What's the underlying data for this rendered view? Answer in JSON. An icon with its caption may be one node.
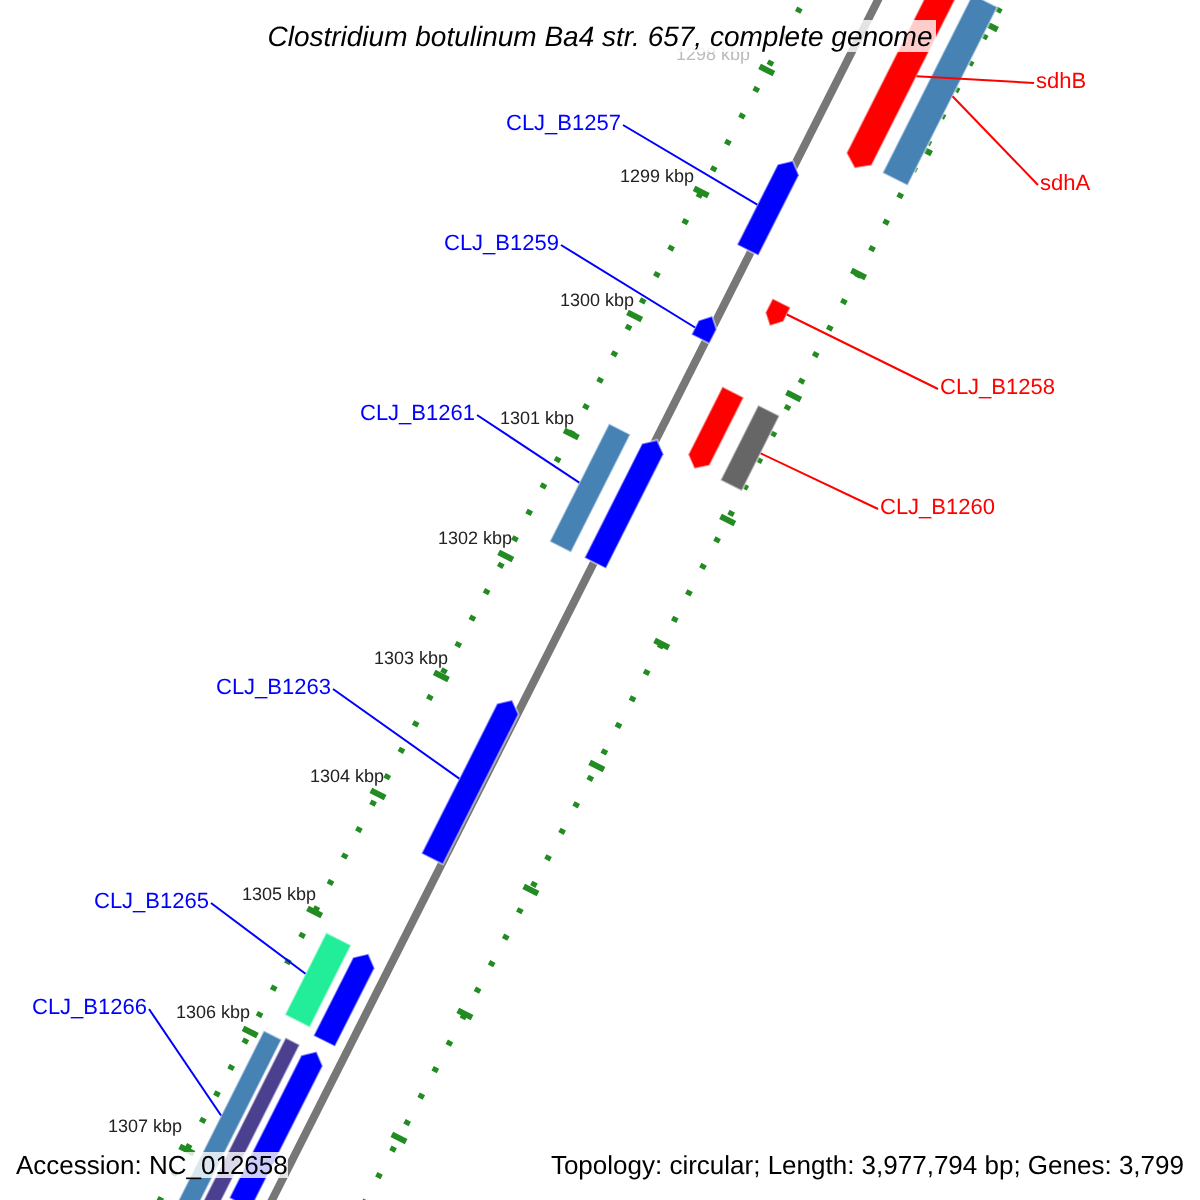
{
  "diagram": {
    "title": "Clostridium botulinum Ba4 str. 657, complete genome",
    "nodes": [
      {
        "text": [
          "sdhB"
        ]
      },
      {
        "text": [
          "sdhA"
        ]
      },
      {
        "text": [
          "CLJ_B1257"
        ]
      },
      {
        "text": [
          "CLJ_B1259"
        ]
      },
      {
        "text": [
          "CLJ_B1258"
        ]
      },
      {
        "text": [
          "CLJ_B1261"
        ]
      },
      {
        "text": [
          "CLJ_B1260"
        ]
      },
      {
        "text": [
          "CLJ_B1263"
        ]
      },
      {
        "text": [
          "CLJ_B1265"
        ]
      },
      {
        "text": [
          "CLJ_B1266"
        ]
      },
      {
        "text": [],
        "shape": "bar"
      },
      {
        "text": [],
        "shape": "bar"
      },
      {
        "text": [],
        "shape": "bar"
      },
      {
        "text": [],
        "shape": "bar"
      },
      {
        "text": [],
        "shape": "bar"
      },
      {
        "text": [],
        "shape": "bar"
      },
      {
        "text": [],
        "shape": "bar"
      },
      {
        "text": [],
        "shape": "bar"
      },
      {
        "text": [],
        "shape": "bar"
      },
      {
        "text": [],
        "shape": "bar"
      },
      {
        "text": [],
        "shape": "bar"
      },
      {
        "text": [],
        "shape": "bar"
      },
      {
        "text": [],
        "shape": "bar"
      },
      {
        "text": [],
        "shape": "bar"
      },
      {
        "text": [],
        "shape": "bar"
      }
    ],
    "edges": [
      {
        "from": 0,
        "to": 10,
        "arrow": "none",
        "color": "#ff0000"
      },
      {
        "from": 1,
        "to": 11,
        "arrow": "none",
        "color": "#ff0000"
      },
      {
        "from": 2,
        "to": 12,
        "arrow": "none"
      },
      {
        "from": 3,
        "to": 13,
        "arrow": "none"
      },
      {
        "from": 4,
        "to": 14,
        "arrow": "none",
        "color": "#ff0000"
      },
      {
        "from": 5,
        "to": 15,
        "arrow": "none"
      },
      {
        "from": 6,
        "to": 16,
        "arrow": "none",
        "color": "#ff0000"
      },
      {
        "from": 7,
        "to": 17,
        "arrow": "none"
      },
      {
        "from": 8,
        "to": 18,
        "arrow": "none"
      },
      {
        "from": 9,
        "to": 19,
        "arrow": "none"
      }
    ],
    "labels": [
      "1298 kbp",
      "1299 kbp",
      "1300 kbp",
      "1301 kbp",
      "1302 kbp",
      "1303 kbp",
      "1304 kbp",
      "1305 kbp",
      "1306 kbp",
      "1307 kbp",
      "Accession: NC_012658",
      "Topology: circular; Length: 3,977,794 bp; Genes: 3,799"
    ]
  }
}
